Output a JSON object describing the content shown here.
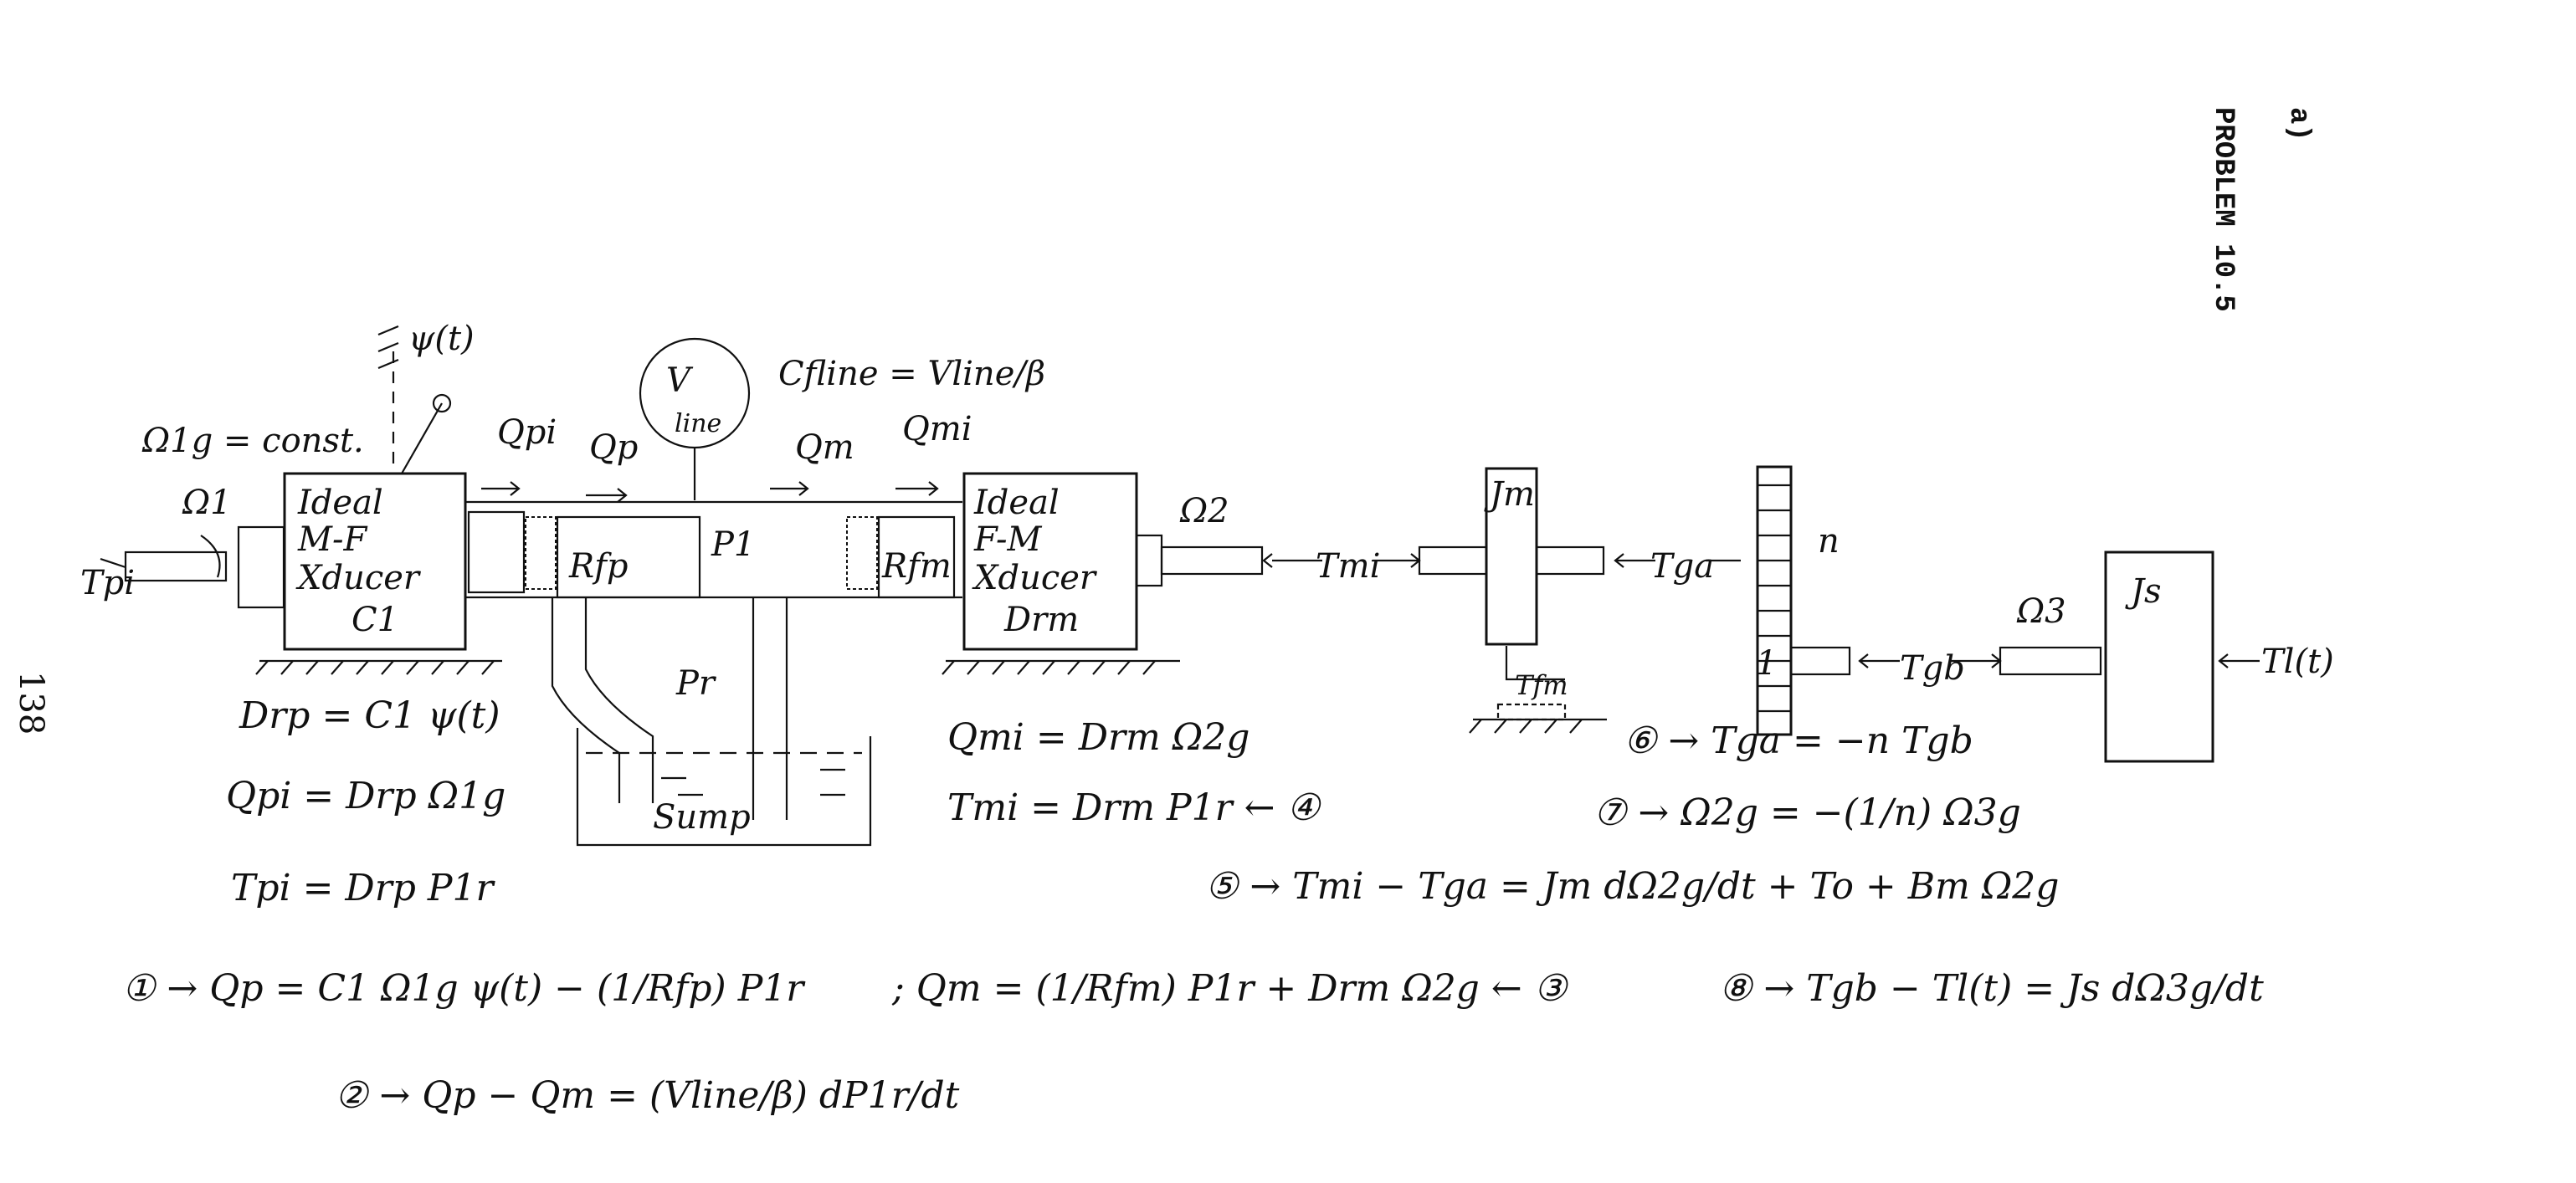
{
  "header": {
    "problem": "PROBLEM 10.5",
    "part": "a)",
    "page_number": "138"
  },
  "blocks": {
    "pump": {
      "line1": "Ideal",
      "line2": "M-F",
      "line3": "Xducer",
      "line4": "C1"
    },
    "motor": {
      "line1": "Ideal",
      "line2": "F-M",
      "line3": "Xducer",
      "line4": "Drm"
    },
    "rfp": "Rfp",
    "rfm": "Rfm",
    "sump": "Sump",
    "pr": "Pr",
    "p1": "P1",
    "volume_line1": "V",
    "volume_line2": "line",
    "jm": "Jm",
    "js": "Js",
    "gear_n": "n",
    "gear_1": "1"
  },
  "labels": {
    "omega1g_const": "Ω1g = const.",
    "omega1": "Ω1",
    "psi": "ψ(t)",
    "tpi": "Tpi",
    "qpi": "Qpi",
    "qp": "Qp",
    "qm": "Qm",
    "qmi": "Qmi",
    "cfline": "Cfline = Vline/β",
    "omega2": "Ω2",
    "tmi": "Tmi",
    "tga": "Tga",
    "tfm": "Tfm",
    "tgb": "Tgb",
    "omega3": "Ω3",
    "tl": "Tl(t)"
  },
  "equations": {
    "drp": "Drp = C1 ψ(t)",
    "qpi": "Qpi = Drp Ω1g",
    "tpi": "Tpi = Drp P1r",
    "qmi": "Qmi = Drm Ω2g",
    "tmi": "Tmi = Drm P1r ← ④",
    "eq5": "⑤ → Tmi − Tga = Jm dΩ2g/dt + To + Bm Ω2g",
    "eq6": "⑥ → Tga = −n Tgb",
    "eq7": "⑦ → Ω2g = −(1/n) Ω3g",
    "eq1": "① → Qp = C1 Ω1g ψ(t) − (1/Rfp) P1r",
    "eq3": "; Qm = (1/Rfm) P1r + Drm Ω2g ← ③",
    "eq8": "⑧ → Tgb − Tl(t) = Js dΩ3g/dt",
    "eq2": "② → Qp − Qm = (Vline/β) dP1r/dt"
  }
}
